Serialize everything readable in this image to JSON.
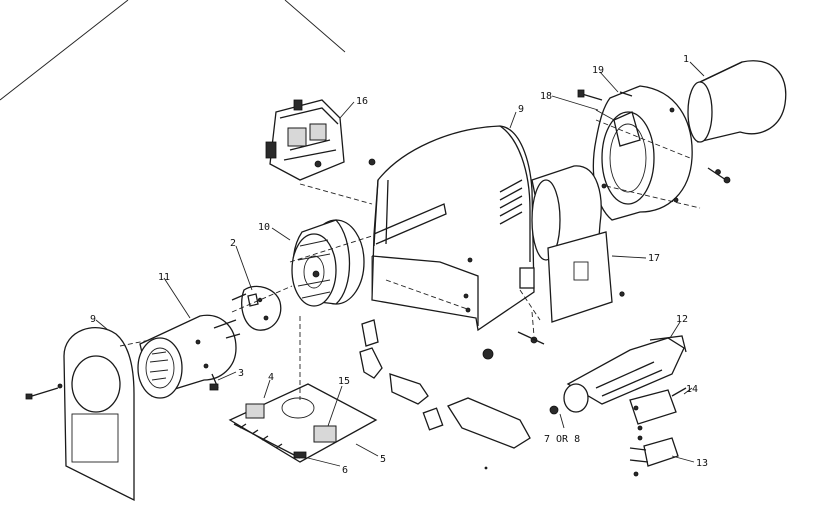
{
  "callouts": {
    "c1": "1",
    "c2": "2",
    "c3": "3",
    "c4": "4",
    "c5": "5",
    "c6": "6",
    "c7": "7 OR 8",
    "c9a": "9",
    "c9b": "9",
    "c10": "10",
    "c11": "11",
    "c12": "12",
    "c13": "13",
    "c14": "14",
    "c15": "15",
    "c16": "16",
    "c17": "17",
    "c18": "18",
    "c19": "19"
  }
}
